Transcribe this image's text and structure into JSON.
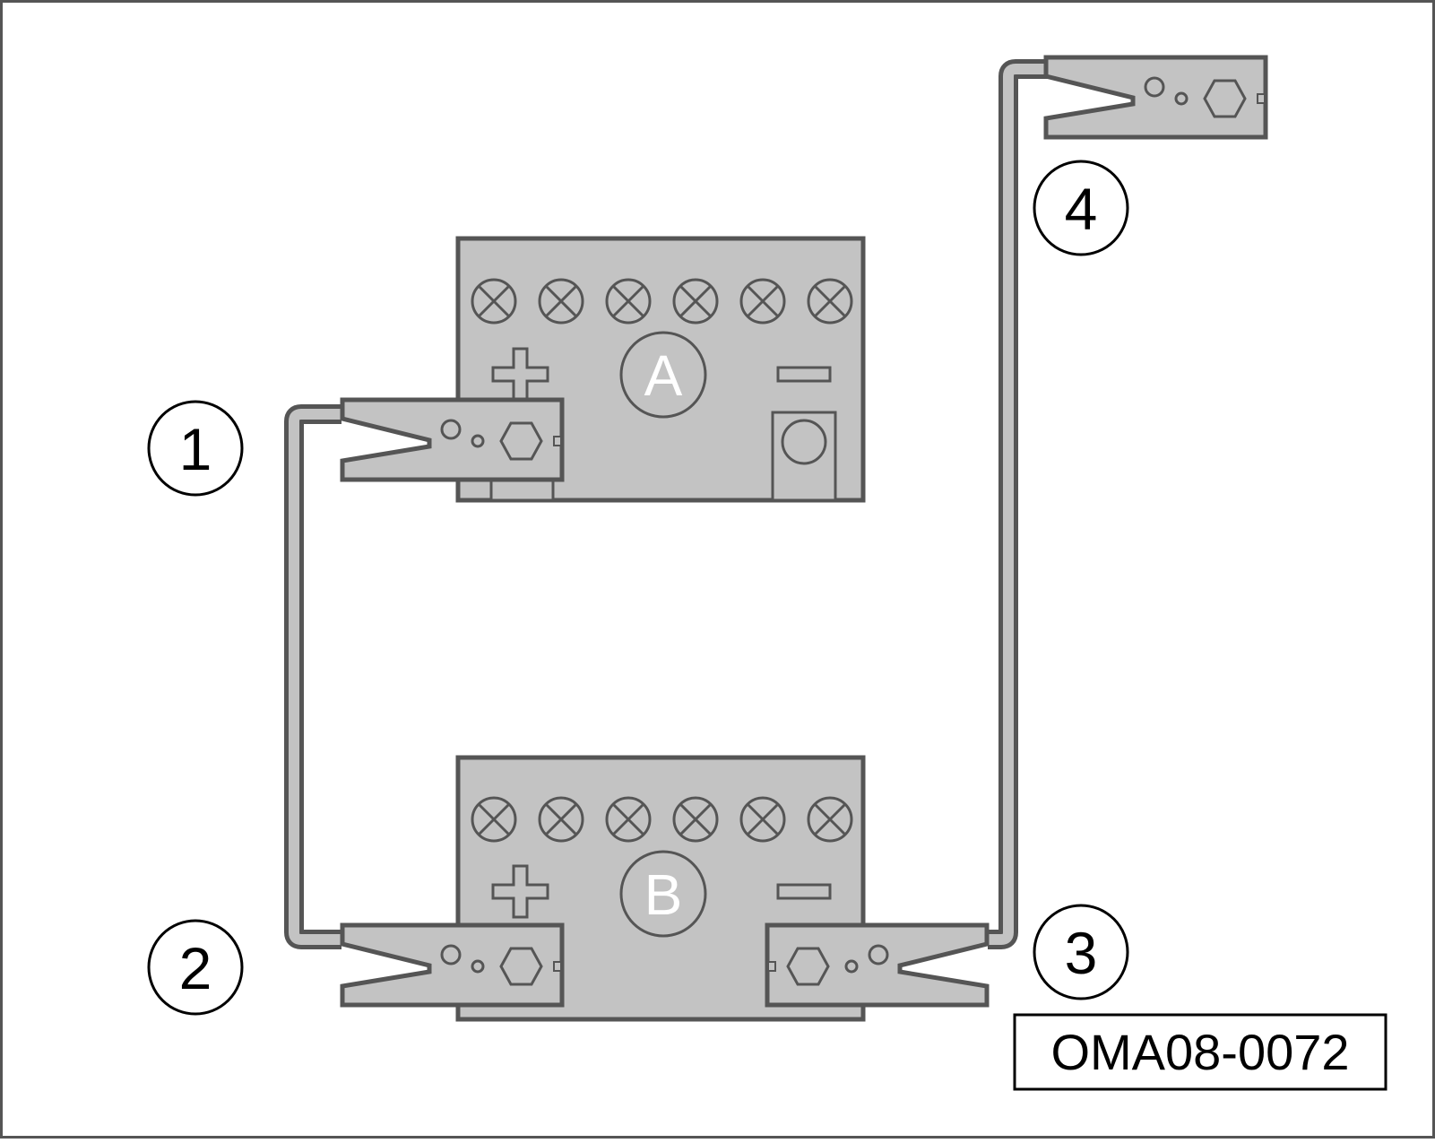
{
  "batteries": [
    {
      "letter": "A"
    },
    {
      "letter": "B"
    }
  ],
  "callouts": [
    "1",
    "2",
    "3",
    "4"
  ],
  "figure_code": "OMA08-0072",
  "colors": {
    "body_fill": "#c3c3c3",
    "stroke": "#555555",
    "callout_stroke": "#000000",
    "background": "#ffffff",
    "letter_fill": "#ffffff"
  }
}
